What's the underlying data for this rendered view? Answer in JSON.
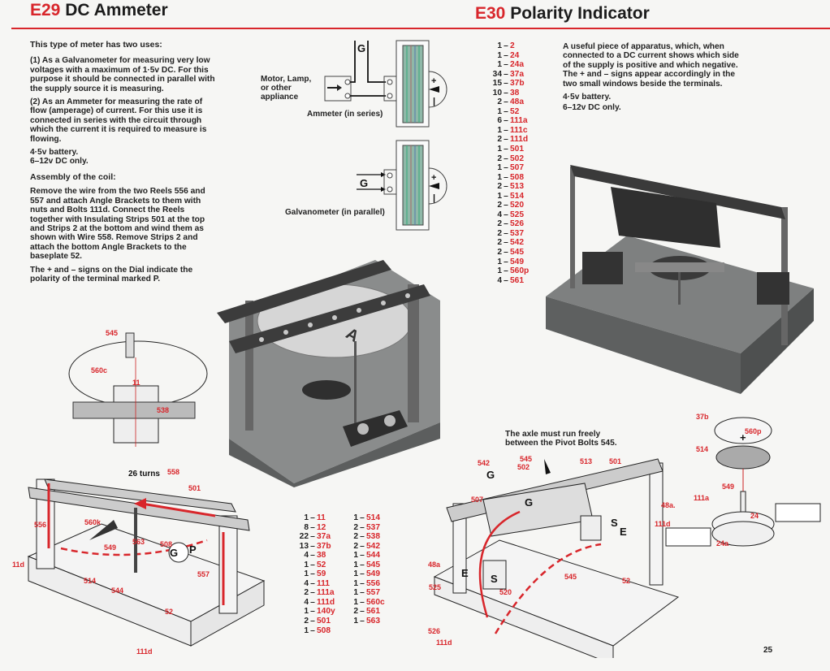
{
  "left": {
    "code": "E29",
    "title": "DC Ammeter",
    "intro_heading": "This type of meter has two uses:",
    "uses": [
      "(1) As a Galvanometer for measuring very low voltages with a maximum of 1·5v DC. For this purpose it should be connected in parallel with the supply source it is measuring.",
      "(2) As an Ammeter for measuring the rate of flow (amperage) of current. For this use it is connected in series with the circuit through which the current it is required to measure is flowing."
    ],
    "power": [
      "4·5v battery.",
      "6–12v DC only."
    ],
    "assembly_heading": "Assembly of the coil:",
    "assembly_text": "Remove the wire from the two Reels 556 and 557 and attach Angle Brackets to them with nuts and Bolts 111d. Connect the Reels together with Insulating Strips 501 at the top and Strips 2 at the bottom and wind them as shown with Wire 558. Remove Strips 2 and attach the bottom Angle Brackets to the baseplate 52.",
    "polarity_note": "The + and – signs on the Dial indicate the polarity of the terminal marked P.",
    "diagram": {
      "appliance_label": "Motor, Lamp, or other appliance",
      "g_label": "G",
      "series_caption": "Ammeter (in series)",
      "parallel_caption": "Galvanometer (in parallel)",
      "plus": "+",
      "minus": "–"
    },
    "parts_col1": [
      {
        "qty": "1",
        "part": "11"
      },
      {
        "qty": "8",
        "part": "12"
      },
      {
        "qty": "22",
        "part": "37a"
      },
      {
        "qty": "13",
        "part": "37b"
      },
      {
        "qty": "4",
        "part": "38"
      },
      {
        "qty": "1",
        "part": "52"
      },
      {
        "qty": "1",
        "part": "59"
      },
      {
        "qty": "4",
        "part": "111"
      },
      {
        "qty": "2",
        "part": "111a"
      },
      {
        "qty": "4",
        "part": "111d"
      },
      {
        "qty": "1",
        "part": "140y"
      },
      {
        "qty": "2",
        "part": "501"
      },
      {
        "qty": "1",
        "part": "508"
      }
    ],
    "parts_col2": [
      {
        "qty": "1",
        "part": "514"
      },
      {
        "qty": "2",
        "part": "537"
      },
      {
        "qty": "2",
        "part": "538"
      },
      {
        "qty": "2",
        "part": "542"
      },
      {
        "qty": "1",
        "part": "544"
      },
      {
        "qty": "1",
        "part": "545"
      },
      {
        "qty": "1",
        "part": "549"
      },
      {
        "qty": "1",
        "part": "556"
      },
      {
        "qty": "1",
        "part": "557"
      },
      {
        "qty": "1",
        "part": "560c"
      },
      {
        "qty": "2",
        "part": "561"
      },
      {
        "qty": "1",
        "part": "563"
      }
    ],
    "callouts": {
      "dial": [
        "545",
        "560c",
        "11",
        "538"
      ],
      "coil": [
        "26 turns",
        "558",
        "501",
        "556",
        "560k",
        "549",
        "563",
        "508",
        "G",
        "P",
        "11d",
        "514",
        "544",
        "557",
        "52",
        "111d"
      ]
    }
  },
  "right": {
    "code": "E30",
    "title": "Polarity Indicator",
    "description": "A useful piece of apparatus, which, when connected to a DC current shows which side of the supply is positive and which negative. The + and – signs appear accordingly in the two small windows beside the terminals.",
    "power": [
      "4·5v battery.",
      "6–12v DC only."
    ],
    "parts": [
      {
        "qty": "1",
        "part": "2"
      },
      {
        "qty": "1",
        "part": "24"
      },
      {
        "qty": "1",
        "part": "24a"
      },
      {
        "qty": "34",
        "part": "37a"
      },
      {
        "qty": "15",
        "part": "37b"
      },
      {
        "qty": "10",
        "part": "38"
      },
      {
        "qty": "2",
        "part": "48a"
      },
      {
        "qty": "1",
        "part": "52"
      },
      {
        "qty": "6",
        "part": "111a"
      },
      {
        "qty": "1",
        "part": "111c"
      },
      {
        "qty": "2",
        "part": "111d"
      },
      {
        "qty": "1",
        "part": "501"
      },
      {
        "qty": "2",
        "part": "502"
      },
      {
        "qty": "1",
        "part": "507"
      },
      {
        "qty": "1",
        "part": "508"
      },
      {
        "qty": "2",
        "part": "513"
      },
      {
        "qty": "1",
        "part": "514"
      },
      {
        "qty": "2",
        "part": "520"
      },
      {
        "qty": "4",
        "part": "525"
      },
      {
        "qty": "2",
        "part": "526"
      },
      {
        "qty": "2",
        "part": "537"
      },
      {
        "qty": "2",
        "part": "542"
      },
      {
        "qty": "2",
        "part": "545"
      },
      {
        "qty": "1",
        "part": "549"
      },
      {
        "qty": "1",
        "part": "560p"
      },
      {
        "qty": "4",
        "part": "561"
      }
    ],
    "axle_note": "The axle must run freely between the Pivot Bolts 545.",
    "callouts": {
      "frame": [
        "542",
        "545",
        "502",
        "513",
        "501",
        "G",
        "507",
        "G",
        "48a.",
        "S",
        "111d",
        "E",
        "48a",
        "E",
        "S",
        "525",
        "520",
        "545",
        "52",
        "526",
        "111d"
      ],
      "pivot": [
        "37b",
        "560p",
        "514",
        "549",
        "111a",
        "24",
        "24a"
      ]
    }
  },
  "page_number": "25",
  "colors": {
    "accent_red": "#d8262b",
    "text": "#1c1c1c",
    "paper": "#f6f6f4"
  }
}
